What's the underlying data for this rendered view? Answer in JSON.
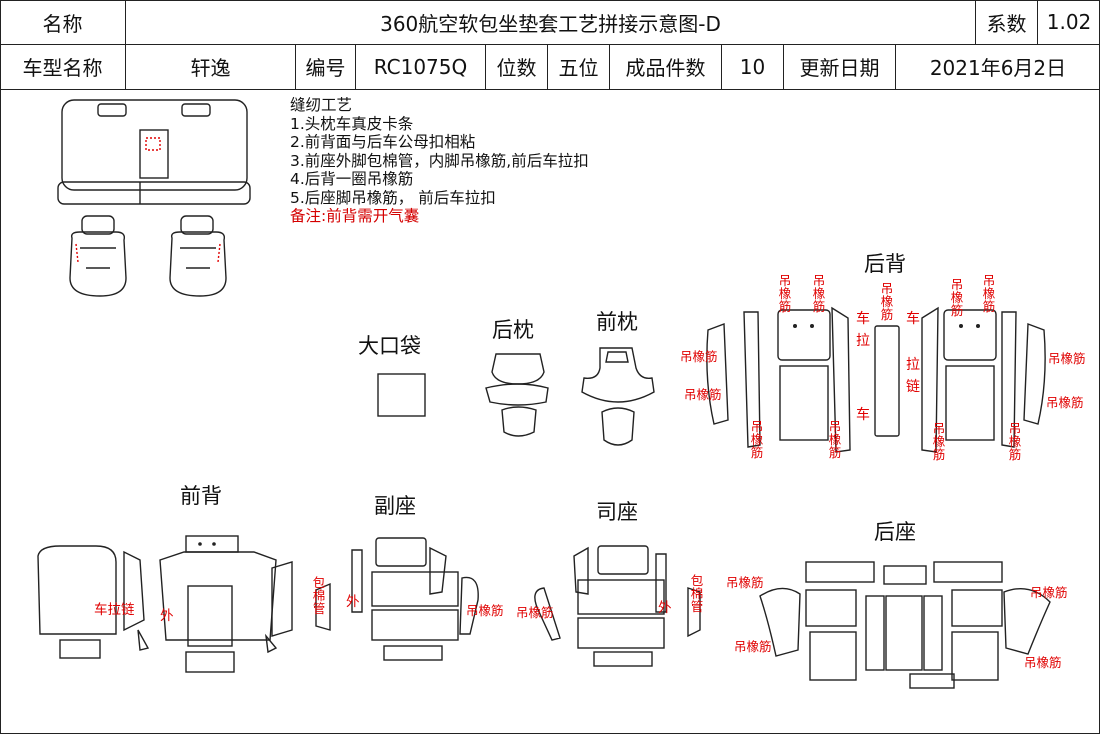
{
  "header": {
    "name_label": "名称",
    "title": "360航空软包坐垫套工艺拼接示意图-D",
    "coef_label": "系数",
    "coef_value": "1.02",
    "model_label": "车型名称",
    "model_value": "轩逸",
    "code_label": "编号",
    "code_value": "RC1075Q",
    "seats_label": "位数",
    "seats_value": "五位",
    "pieces_label": "成品件数",
    "pieces_value": "10",
    "date_label": "更新日期",
    "date_value": "2021年6月2日"
  },
  "notes": {
    "title": "缝纫工艺",
    "items": [
      "1.头枕车真皮卡条",
      "2.前背面与后车公母扣相粘",
      "3.前座外脚包棉管，内脚吊橡筋,前后车拉扣",
      "4.后背一圈吊橡筋",
      "5.后座脚吊橡筋， 前后车拉扣"
    ],
    "remark": "备注:前背需开气囊"
  },
  "sections": {
    "big_pocket": "大口袋",
    "rear_headrest": "后枕",
    "front_headrest": "前枕",
    "rear_back": "后背",
    "front_back": "前背",
    "passenger_seat": "副座",
    "driver_seat": "司座",
    "rear_seat": "后座"
  },
  "annotations": {
    "elastic": "吊橡筋",
    "car_pull": "车拉",
    "zipper_car": "车拉链",
    "pull_chain": "拉链",
    "car": "车",
    "outer": "外",
    "cotton_tube": "包棉管"
  },
  "colors": {
    "line": "#222222",
    "annotation_red": "#e00000"
  }
}
